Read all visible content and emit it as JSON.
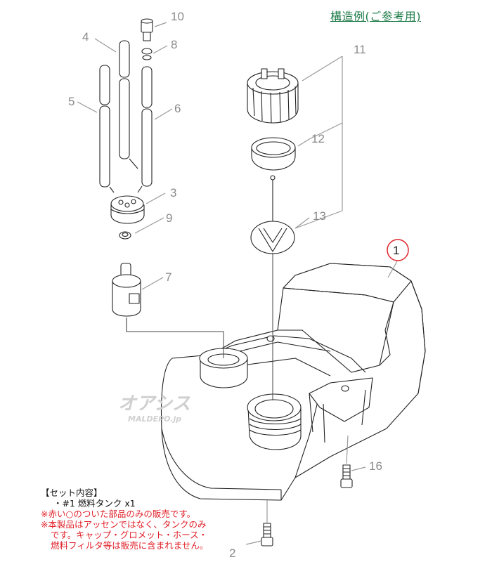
{
  "title": "構造例(ご参考用)",
  "callouts": {
    "p1": "1",
    "p2": "2",
    "p3": "3",
    "p4": "4",
    "p5": "5",
    "p6": "6",
    "p7": "7",
    "p8": "8",
    "p9": "9",
    "p10": "10",
    "p11": "11",
    "p12": "12",
    "p13": "13",
    "p16": "16"
  },
  "watermark": {
    "logo": "オアシス",
    "site": "MALDEPO.jp"
  },
  "notes": {
    "set_header": "【セット内容】",
    "set_item": "・#1 燃料タンク x1",
    "note1": "※赤い○のついた部品のみの販売です。",
    "note2_a": "※本製品はアッセンではなく、タンクのみ",
    "note2_b": "です。キャップ・グロメット・ホース・",
    "note2_c": "燃料フィルタ等は販売に含まれません。"
  },
  "colors": {
    "title": "#1d7a47",
    "highlight_circle": "#e0212a",
    "note_red": "#e0212a",
    "leader": "#999999"
  }
}
